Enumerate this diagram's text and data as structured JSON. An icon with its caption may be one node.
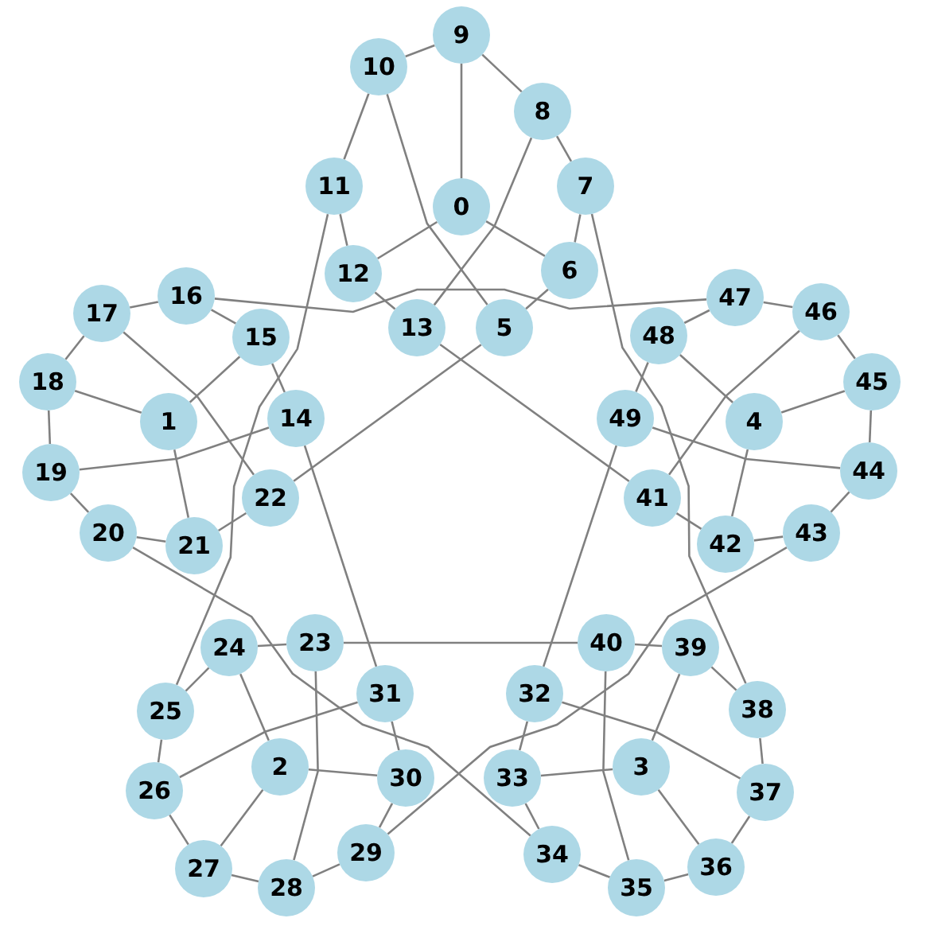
{
  "diagram": {
    "nodes": [
      {
        "text": [
          "0"
        ]
      },
      {
        "text": [
          "1"
        ]
      },
      {
        "text": [
          "2"
        ]
      },
      {
        "text": [
          "3"
        ]
      },
      {
        "text": [
          "4"
        ]
      },
      {
        "text": [
          "5"
        ]
      },
      {
        "text": [
          "6"
        ]
      },
      {
        "text": [
          "7"
        ]
      },
      {
        "text": [
          "8"
        ]
      },
      {
        "text": [
          "9"
        ]
      },
      {
        "text": [
          "10"
        ]
      },
      {
        "text": [
          "11"
        ]
      },
      {
        "text": [
          "12"
        ]
      },
      {
        "text": [
          "13"
        ]
      },
      {
        "text": [
          "14"
        ]
      },
      {
        "text": [
          "15"
        ]
      },
      {
        "text": [
          "16"
        ]
      },
      {
        "text": [
          "17"
        ]
      },
      {
        "text": [
          "18"
        ]
      },
      {
        "text": [
          "19"
        ]
      },
      {
        "text": [
          "20"
        ]
      },
      {
        "text": [
          "21"
        ]
      },
      {
        "text": [
          "22"
        ]
      },
      {
        "text": [
          "23"
        ]
      },
      {
        "text": [
          "24"
        ]
      },
      {
        "text": [
          "25"
        ]
      },
      {
        "text": [
          "26"
        ]
      },
      {
        "text": [
          "27"
        ]
      },
      {
        "text": [
          "28"
        ]
      },
      {
        "text": [
          "29"
        ]
      },
      {
        "text": [
          "30"
        ]
      },
      {
        "text": [
          "31"
        ]
      },
      {
        "text": [
          "32"
        ]
      },
      {
        "text": [
          "33"
        ]
      },
      {
        "text": [
          "34"
        ]
      },
      {
        "text": [
          "35"
        ]
      },
      {
        "text": [
          "36"
        ]
      },
      {
        "text": [
          "37"
        ]
      },
      {
        "text": [
          "38"
        ]
      },
      {
        "text": [
          "39"
        ]
      },
      {
        "text": [
          "40"
        ]
      },
      {
        "text": [
          "41"
        ]
      },
      {
        "text": [
          "42"
        ]
      },
      {
        "text": [
          "43"
        ]
      },
      {
        "text": [
          "44"
        ]
      },
      {
        "text": [
          "45"
        ]
      },
      {
        "text": [
          "46"
        ]
      },
      {
        "text": [
          "47"
        ]
      },
      {
        "text": [
          "48"
        ]
      },
      {
        "text": [
          "49"
        ]
      }
    ],
    "edges": [
      {
        "from": 5,
        "to": 6,
        "arrow": "none"
      },
      {
        "from": 6,
        "to": 7,
        "arrow": "none"
      },
      {
        "from": 7,
        "to": 8,
        "arrow": "none"
      },
      {
        "from": 8,
        "to": 9,
        "arrow": "none"
      },
      {
        "from": 9,
        "to": 10,
        "arrow": "none"
      },
      {
        "from": 10,
        "to": 11,
        "arrow": "none"
      },
      {
        "from": 11,
        "to": 12,
        "arrow": "none"
      },
      {
        "from": 12,
        "to": 13,
        "arrow": "none"
      },
      {
        "from": 0,
        "to": 6,
        "arrow": "none"
      },
      {
        "from": 0,
        "to": 9,
        "arrow": "none"
      },
      {
        "from": 0,
        "to": 12,
        "arrow": "none"
      },
      {
        "from": 10,
        "to": 5,
        "arrow": "none"
      },
      {
        "from": 8,
        "to": 13,
        "arrow": "none"
      },
      {
        "from": 14,
        "to": 15,
        "arrow": "none"
      },
      {
        "from": 15,
        "to": 16,
        "arrow": "none"
      },
      {
        "from": 16,
        "to": 17,
        "arrow": "none"
      },
      {
        "from": 17,
        "to": 18,
        "arrow": "none"
      },
      {
        "from": 18,
        "to": 19,
        "arrow": "none"
      },
      {
        "from": 19,
        "to": 20,
        "arrow": "none"
      },
      {
        "from": 20,
        "to": 21,
        "arrow": "none"
      },
      {
        "from": 21,
        "to": 22,
        "arrow": "none"
      },
      {
        "from": 1,
        "to": 15,
        "arrow": "none"
      },
      {
        "from": 1,
        "to": 18,
        "arrow": "none"
      },
      {
        "from": 1,
        "to": 21,
        "arrow": "none"
      },
      {
        "from": 19,
        "to": 14,
        "arrow": "none"
      },
      {
        "from": 17,
        "to": 22,
        "arrow": "none"
      },
      {
        "from": 23,
        "to": 24,
        "arrow": "none"
      },
      {
        "from": 24,
        "to": 25,
        "arrow": "none"
      },
      {
        "from": 25,
        "to": 26,
        "arrow": "none"
      },
      {
        "from": 26,
        "to": 27,
        "arrow": "none"
      },
      {
        "from": 27,
        "to": 28,
        "arrow": "none"
      },
      {
        "from": 28,
        "to": 29,
        "arrow": "none"
      },
      {
        "from": 29,
        "to": 30,
        "arrow": "none"
      },
      {
        "from": 30,
        "to": 31,
        "arrow": "none"
      },
      {
        "from": 2,
        "to": 24,
        "arrow": "none"
      },
      {
        "from": 2,
        "to": 27,
        "arrow": "none"
      },
      {
        "from": 2,
        "to": 30,
        "arrow": "none"
      },
      {
        "from": 28,
        "to": 23,
        "arrow": "none"
      },
      {
        "from": 26,
        "to": 31,
        "arrow": "none"
      },
      {
        "from": 32,
        "to": 33,
        "arrow": "none"
      },
      {
        "from": 33,
        "to": 34,
        "arrow": "none"
      },
      {
        "from": 34,
        "to": 35,
        "arrow": "none"
      },
      {
        "from": 35,
        "to": 36,
        "arrow": "none"
      },
      {
        "from": 36,
        "to": 37,
        "arrow": "none"
      },
      {
        "from": 37,
        "to": 38,
        "arrow": "none"
      },
      {
        "from": 38,
        "to": 39,
        "arrow": "none"
      },
      {
        "from": 39,
        "to": 40,
        "arrow": "none"
      },
      {
        "from": 3,
        "to": 33,
        "arrow": "none"
      },
      {
        "from": 3,
        "to": 36,
        "arrow": "none"
      },
      {
        "from": 3,
        "to": 39,
        "arrow": "none"
      },
      {
        "from": 37,
        "to": 32,
        "arrow": "none"
      },
      {
        "from": 35,
        "to": 40,
        "arrow": "none"
      },
      {
        "from": 41,
        "to": 42,
        "arrow": "none"
      },
      {
        "from": 42,
        "to": 43,
        "arrow": "none"
      },
      {
        "from": 43,
        "to": 44,
        "arrow": "none"
      },
      {
        "from": 44,
        "to": 45,
        "arrow": "none"
      },
      {
        "from": 45,
        "to": 46,
        "arrow": "none"
      },
      {
        "from": 46,
        "to": 47,
        "arrow": "none"
      },
      {
        "from": 47,
        "to": 48,
        "arrow": "none"
      },
      {
        "from": 48,
        "to": 49,
        "arrow": "none"
      },
      {
        "from": 4,
        "to": 42,
        "arrow": "none"
      },
      {
        "from": 4,
        "to": 45,
        "arrow": "none"
      },
      {
        "from": 4,
        "to": 48,
        "arrow": "none"
      },
      {
        "from": 46,
        "to": 41,
        "arrow": "none"
      },
      {
        "from": 44,
        "to": 49,
        "arrow": "none"
      },
      {
        "from": 5,
        "to": 22,
        "arrow": "none"
      },
      {
        "from": 7,
        "to": 38,
        "arrow": "none"
      },
      {
        "from": 11,
        "to": 25,
        "arrow": "none"
      },
      {
        "from": 13,
        "to": 41,
        "arrow": "none"
      },
      {
        "from": 14,
        "to": 31,
        "arrow": "none"
      },
      {
        "from": 16,
        "to": 47,
        "arrow": "none"
      },
      {
        "from": 20,
        "to": 34,
        "arrow": "none"
      },
      {
        "from": 23,
        "to": 40,
        "arrow": "none"
      },
      {
        "from": 29,
        "to": 43,
        "arrow": "none"
      },
      {
        "from": 32,
        "to": 49,
        "arrow": "none"
      }
    ]
  }
}
